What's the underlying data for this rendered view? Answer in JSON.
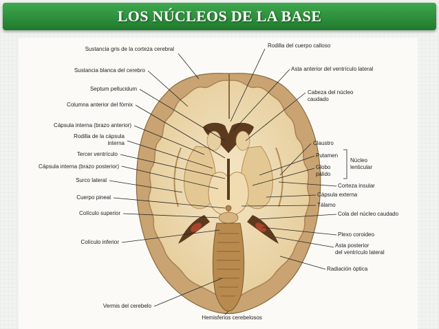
{
  "title": "LOS NÚCLEOS DE LA BASE",
  "labels_left": {
    "sustancia_gris": "Sustancia gris de la corteza cerebral",
    "sustancia_blanca": "Sustancia blanca del cerebro",
    "septum": "Septum pellucidum",
    "columna_fornix": "Columna anterior del fórnix",
    "capsula_anterior": "Cápsula interna (brazo anterior)",
    "rodilla_capsula_1": "Rodilla de la cápsula",
    "rodilla_capsula_2": "interna",
    "tercer_ventriculo": "Tercer ventrículo",
    "capsula_posterior": "Cápsula interna (brazo posterior)",
    "surco_lateral": "Surco lateral",
    "cuerpo_pineal": "Cuerpo pineal",
    "coliculo_superior": "Colículo superior",
    "coliculo_inferior": "Colículo inferior",
    "vermis": "Vermis del cerebelo"
  },
  "labels_right": {
    "rodilla_calloso": "Rodilla del cuerpo calloso",
    "asta_anterior": "Asta anterior del ventrículo lateral",
    "cabeza_caudado_1": "Cabeza del núcleo",
    "cabeza_caudado_2": "caudado",
    "claustro": "Claustro",
    "putamen": "Putamen",
    "globo_1": "Globo",
    "globo_2": "pálido",
    "nucleo_lenticular_1": "Núcleo",
    "nucleo_lenticular_2": "lenticular",
    "corteza_insular": "Corteza insular",
    "capsula_externa": "Cápsula externa",
    "talamo": "Tálamo",
    "cola_caudado": "Cola del núcleo caudado",
    "plexo": "Plexo coroideo",
    "asta_posterior_1": "Asta posterior",
    "asta_posterior_2": "del ventrículo lateral",
    "radiacion": "Radiación óptica"
  },
  "label_bottom": {
    "hemisferios": "Hemisferios cerebelosos"
  },
  "colors": {
    "title_bar": "#2e8f3c",
    "cortex": "#c9a472",
    "white_matter": "#efdcb4",
    "nuclei": "#e7cf9e",
    "ventricle": "#5b3a1e",
    "cerebellum": "#b88a4e",
    "plexus": "#a8452a"
  }
}
